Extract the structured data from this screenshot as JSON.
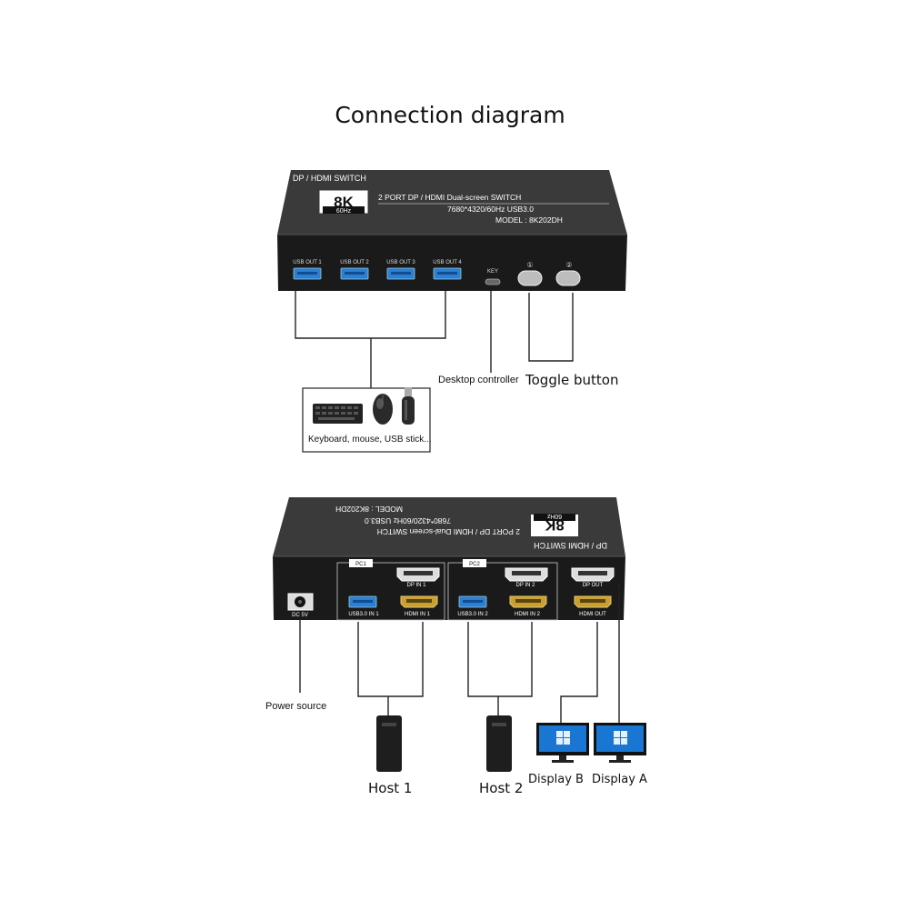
{
  "title": "Connection diagram",
  "front_device": {
    "brand_line": "DP / HDMI SWITCH",
    "badge_main": "8K",
    "badge_sub": "60Hz",
    "desc_line1": "2 PORT DP / HDMI Dual-screen SWITCH",
    "desc_line2": "7680*4320/60Hz  USB3.0",
    "model": "MODEL : 8K202DH",
    "usb_ports": [
      "USB OUT 1",
      "USB OUT 2",
      "USB OUT 3",
      "USB OUT 4"
    ],
    "key_label": "KEY",
    "button_labels": [
      "①",
      "②"
    ]
  },
  "rear_device": {
    "pc_labels": [
      "PC1",
      "PC2"
    ],
    "dp_in": [
      "DP IN 1",
      "DP IN 2"
    ],
    "hdmi_in": [
      "HDMI IN 1",
      "HDMI IN 2"
    ],
    "usb_in": [
      "USB3.0 IN 1",
      "USB3.0 IN 2"
    ],
    "dp_out": "DP OUT",
    "hdmi_out": "HDMI OUT",
    "dc_label": "DC 5V"
  },
  "labels": {
    "peripherals": "Keyboard, mouse, USB stick...",
    "desktop_controller": "Desktop controller",
    "toggle_button": "Toggle button",
    "power_source": "Power source",
    "host1": "Host 1",
    "host2": "Host 2",
    "display_b": "Display B",
    "display_a": "Display A"
  },
  "colors": {
    "device": "#1c1c1c",
    "usb_blue": "#2b7fd6",
    "hdmi_gold": "#c9a030"
  }
}
